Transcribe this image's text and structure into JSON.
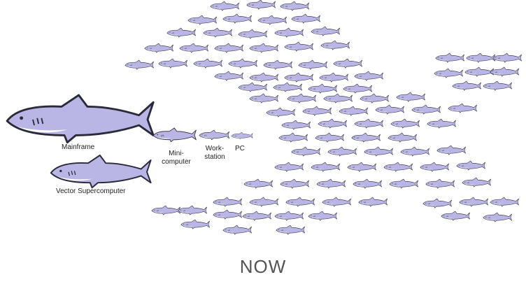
{
  "title": "NOW",
  "labels": {
    "mainframe": "Mainframe",
    "vector_supercomputer": "Vector Supercomputer",
    "minicomputer_line1": "Mini-",
    "minicomputer_line2": "computer",
    "workstation_line1": "Work-",
    "workstation_line2": "station",
    "pc": "PC"
  },
  "colors": {
    "shark_fill": "#b9b6e6",
    "shark_belly": "#ffffff",
    "outline": "#2a2a3a",
    "title_text": "#555555"
  },
  "icons": {
    "large_shark": "shark-icon",
    "school_fish": "small-shark-icon"
  }
}
